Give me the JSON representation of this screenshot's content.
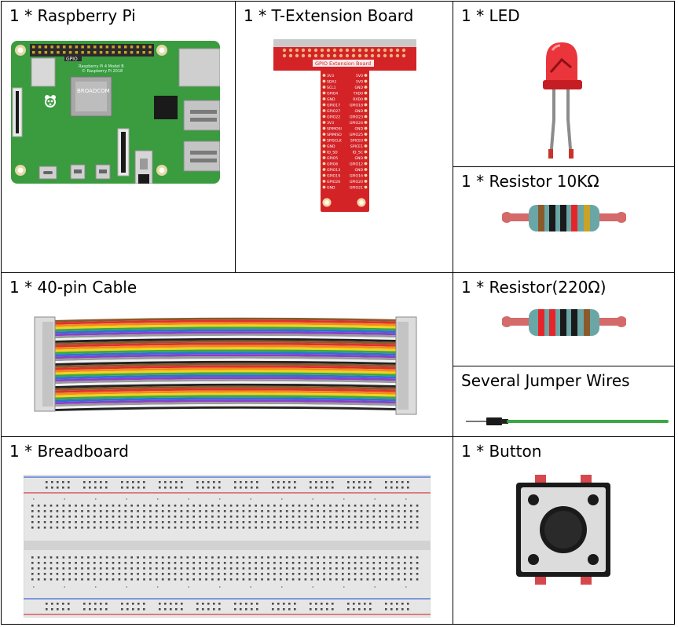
{
  "cells": {
    "raspberry_pi": "1 * Raspberry Pi",
    "t_extension": "1 * T-Extension Board",
    "led": "1 * LED",
    "resistor_10k": "1 * Resistor 10KΩ",
    "cable": "1 * 40-pin Cable",
    "resistor_220": "1 * Resistor(220Ω)",
    "jumper": "Several Jumper Wires",
    "breadboard": "1 * Breadboard",
    "button": "1 * Button"
  },
  "board": {
    "pi_title": "Raspberry Pi 4 Model B",
    "pi_copy": "© Raspberry Pi 2018",
    "chip_brand": "BROADCOM",
    "gpio_tag": "GPIO",
    "ext_title": "GPIO Extension Board",
    "left_pins": [
      "3V3",
      "SDA1",
      "SCL1",
      "GPIO4",
      "GND",
      "GPIO17",
      "GPIO27",
      "GPIO22",
      "3V3",
      "SPIMOSI",
      "SPIMISO",
      "SPISCLK",
      "GND",
      "ID_SD",
      "GPIO5",
      "GPIO6",
      "GPIO13",
      "GPIO19",
      "GPIO26",
      "GND"
    ],
    "right_pins": [
      "5V0",
      "5V0",
      "GND",
      "TXD0",
      "RXD0",
      "GPIO18",
      "GND",
      "GPIO23",
      "GPIO24",
      "GND",
      "GPIO25",
      "SPICE0",
      "SPICE1",
      "ID_SC",
      "GND",
      "GPIO12",
      "GND",
      "GPIO16",
      "GPIO20",
      "GPIO21"
    ]
  },
  "colors": {
    "pcb_green": "#3a9b3f",
    "ext_red": "#d32327",
    "led_red": "#e8242b",
    "cable_colors": [
      "#8b5a2b",
      "#e03030",
      "#f08c1e",
      "#f2d21c",
      "#3aa845",
      "#2f6fd8",
      "#8a3fc8",
      "#9a9a9a",
      "#f2f2f2",
      "#222222"
    ]
  }
}
